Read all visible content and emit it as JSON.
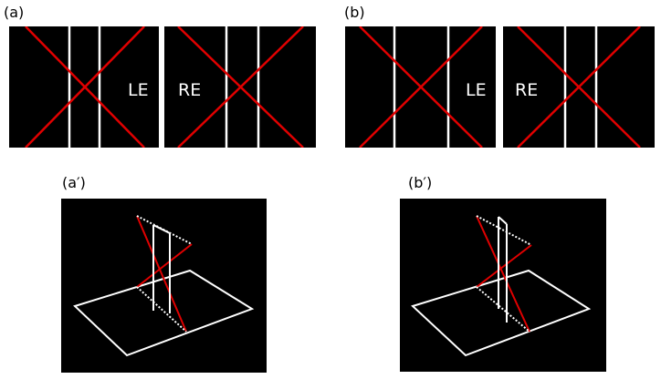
{
  "labels": {
    "a": "(a)",
    "b": "(b)",
    "a_prime": "(a′)",
    "b_prime": "(b′)"
  },
  "eyes": {
    "left": "LE",
    "right": "RE"
  },
  "colors": {
    "background": "#000000",
    "line_white": "#ffffff",
    "line_red": "#e00000"
  }
}
